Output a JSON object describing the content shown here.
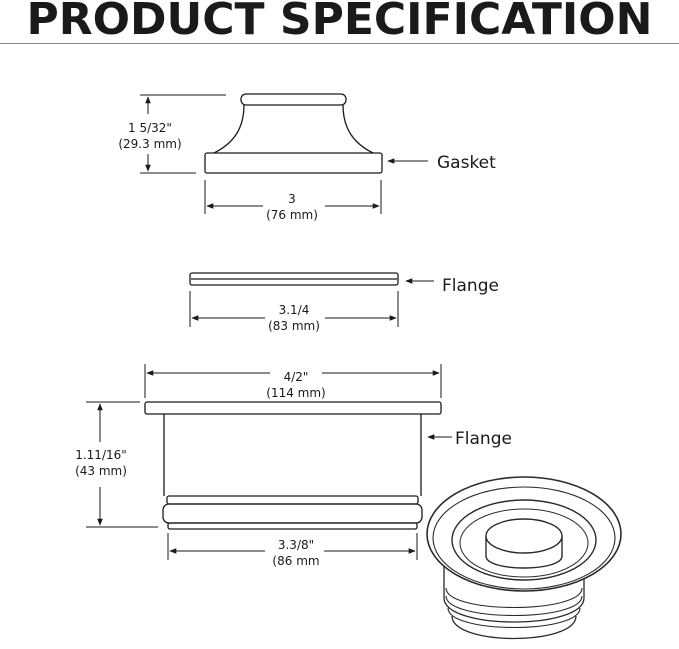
{
  "header": {
    "title": "PRODUCT SPECIFICATION"
  },
  "gasket": {
    "height_in": "1 5/32\"",
    "height_mm": "(29.3 mm)",
    "width_in": "3",
    "width_mm": "(76 mm)",
    "label": "Gasket"
  },
  "flange_ring": {
    "width_in": "3.1/4",
    "width_mm": "(83 mm)",
    "label": "Flange"
  },
  "flange_body": {
    "top_width_in": "4/2\"",
    "top_width_mm": "(114 mm)",
    "height_in": "1.11/16\"",
    "height_mm": "(43 mm)",
    "bottom_width_in": "3.3/8\"",
    "bottom_width_mm": "(86 mm",
    "label": "Flange"
  },
  "colors": {
    "line": "#1a1a1a",
    "rule": "#8a8a8a",
    "background": "#ffffff"
  }
}
